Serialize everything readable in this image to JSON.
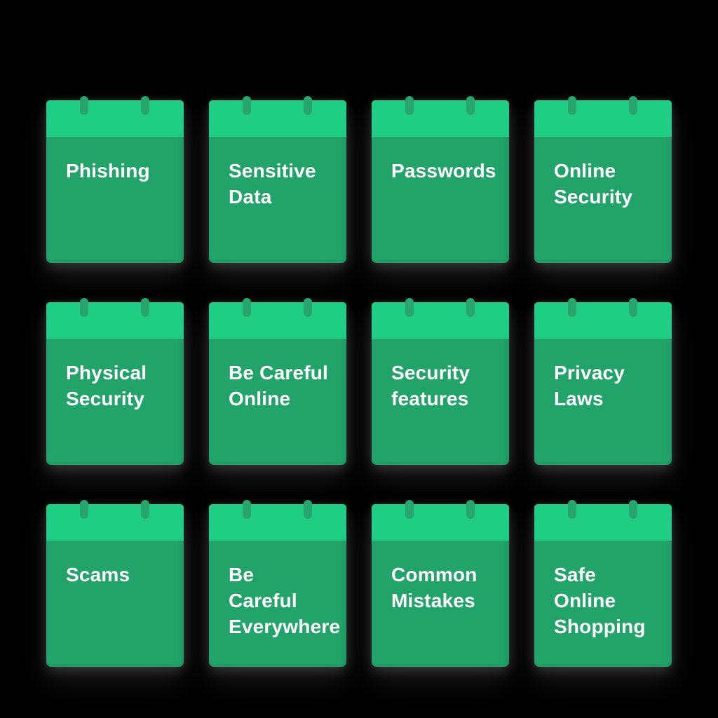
{
  "canvas": {
    "background_color": "#000000"
  },
  "card_style": {
    "header_color": "#1FCE84",
    "body_color": "#22A369",
    "ring_color": "#28A56F",
    "text_color": "#FFFFFF",
    "shadow_color": "#7A7A7A"
  },
  "cards": [
    {
      "label": "Phishing",
      "lines": [
        "Phishing"
      ]
    },
    {
      "label": "Sensitive Data",
      "lines": [
        "Sensitive",
        "Data"
      ]
    },
    {
      "label": "Passwords",
      "lines": [
        "Passwords"
      ]
    },
    {
      "label": "Online Security",
      "lines": [
        "Online",
        "Security"
      ]
    },
    {
      "label": "Physical Security",
      "lines": [
        "Physical",
        "Security"
      ]
    },
    {
      "label": "Be Careful Online",
      "lines": [
        "Be Careful",
        "Online"
      ]
    },
    {
      "label": "Security features",
      "lines": [
        "Security",
        "features"
      ]
    },
    {
      "label": "Privacy Laws",
      "lines": [
        "Privacy",
        "Laws"
      ]
    },
    {
      "label": "Scams",
      "lines": [
        "Scams"
      ]
    },
    {
      "label": "Be Careful Everywhere",
      "lines": [
        "Be",
        "Careful",
        "Everywhere"
      ]
    },
    {
      "label": "Common Mistakes",
      "lines": [
        "Common",
        "Mistakes"
      ]
    },
    {
      "label": "Safe Online Shopping",
      "lines": [
        "Safe",
        "Online",
        "Shopping"
      ]
    }
  ]
}
